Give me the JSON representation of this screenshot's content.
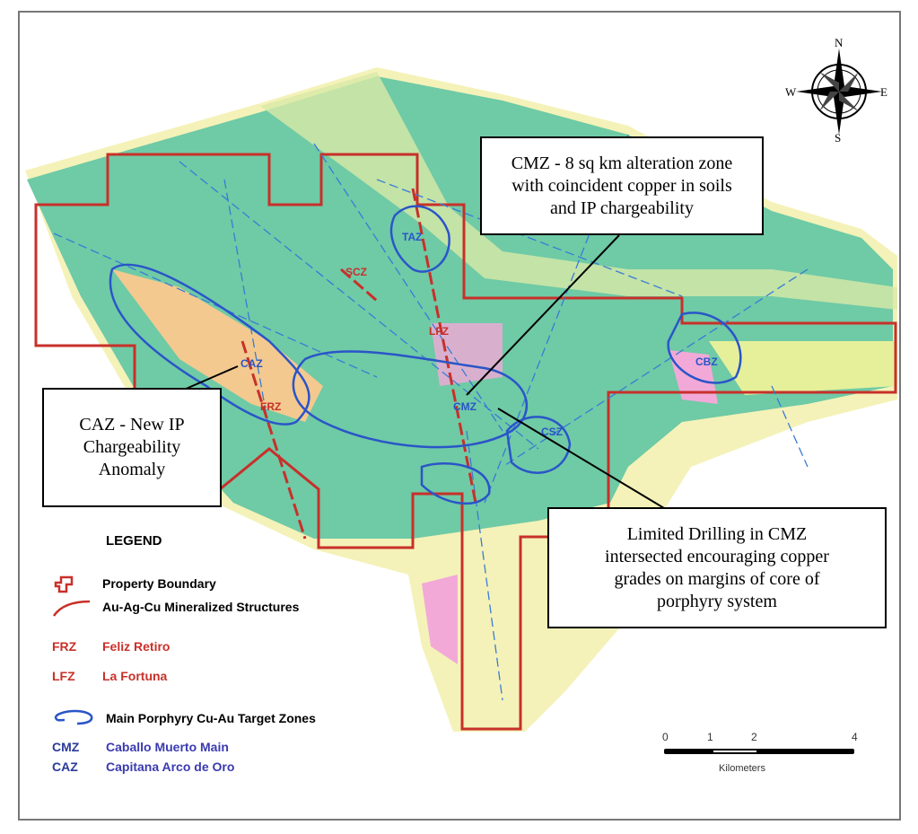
{
  "map_labels": {
    "taz": "TAZ",
    "scz": "SCZ",
    "lfz": "LFZ",
    "cbz": "CBZ",
    "caz": "CAZ",
    "frz": "FRZ",
    "cmz": "CMZ",
    "csz": "CSZ"
  },
  "callouts": {
    "cmz": [
      "CMZ - 8 sq km alteration zone",
      "with coincident copper in soils",
      "and IP chargeability"
    ],
    "caz": [
      "CAZ - New IP",
      "Chargeability",
      "Anomaly"
    ],
    "drilling": [
      "Limited Drilling in CMZ",
      "intersected encouraging copper",
      "grades on margins of core of",
      "porphyry system"
    ]
  },
  "legend": {
    "title": "LEGEND",
    "property_boundary": "Property Boundary",
    "structures": "Au-Ag-Cu Mineralized Structures",
    "frz_code": "FRZ",
    "frz_name": "Feliz Retiro",
    "lfz_code": "LFZ",
    "lfz_name": "La Fortuna",
    "target_zones": "Main Porphyry Cu-Au Target Zones",
    "cmz_code": "CMZ",
    "cmz_name": "Caballo Muerto Main",
    "caz_code": "CAZ",
    "caz_name": "Capitana Arco de Oro"
  },
  "compass": {
    "n": "N",
    "s": "S",
    "e": "E",
    "w": "W"
  },
  "scale_bar": {
    "ticks": [
      "0",
      "1",
      "2",
      "4"
    ],
    "unit": "Kilometers"
  },
  "colors": {
    "boundary": "#c8302a",
    "target": "#2a55c8",
    "base": "#6fcaa6",
    "pale": "#f4f2b8",
    "tan": "#f3c98f",
    "pink": "#f2a9d8"
  }
}
